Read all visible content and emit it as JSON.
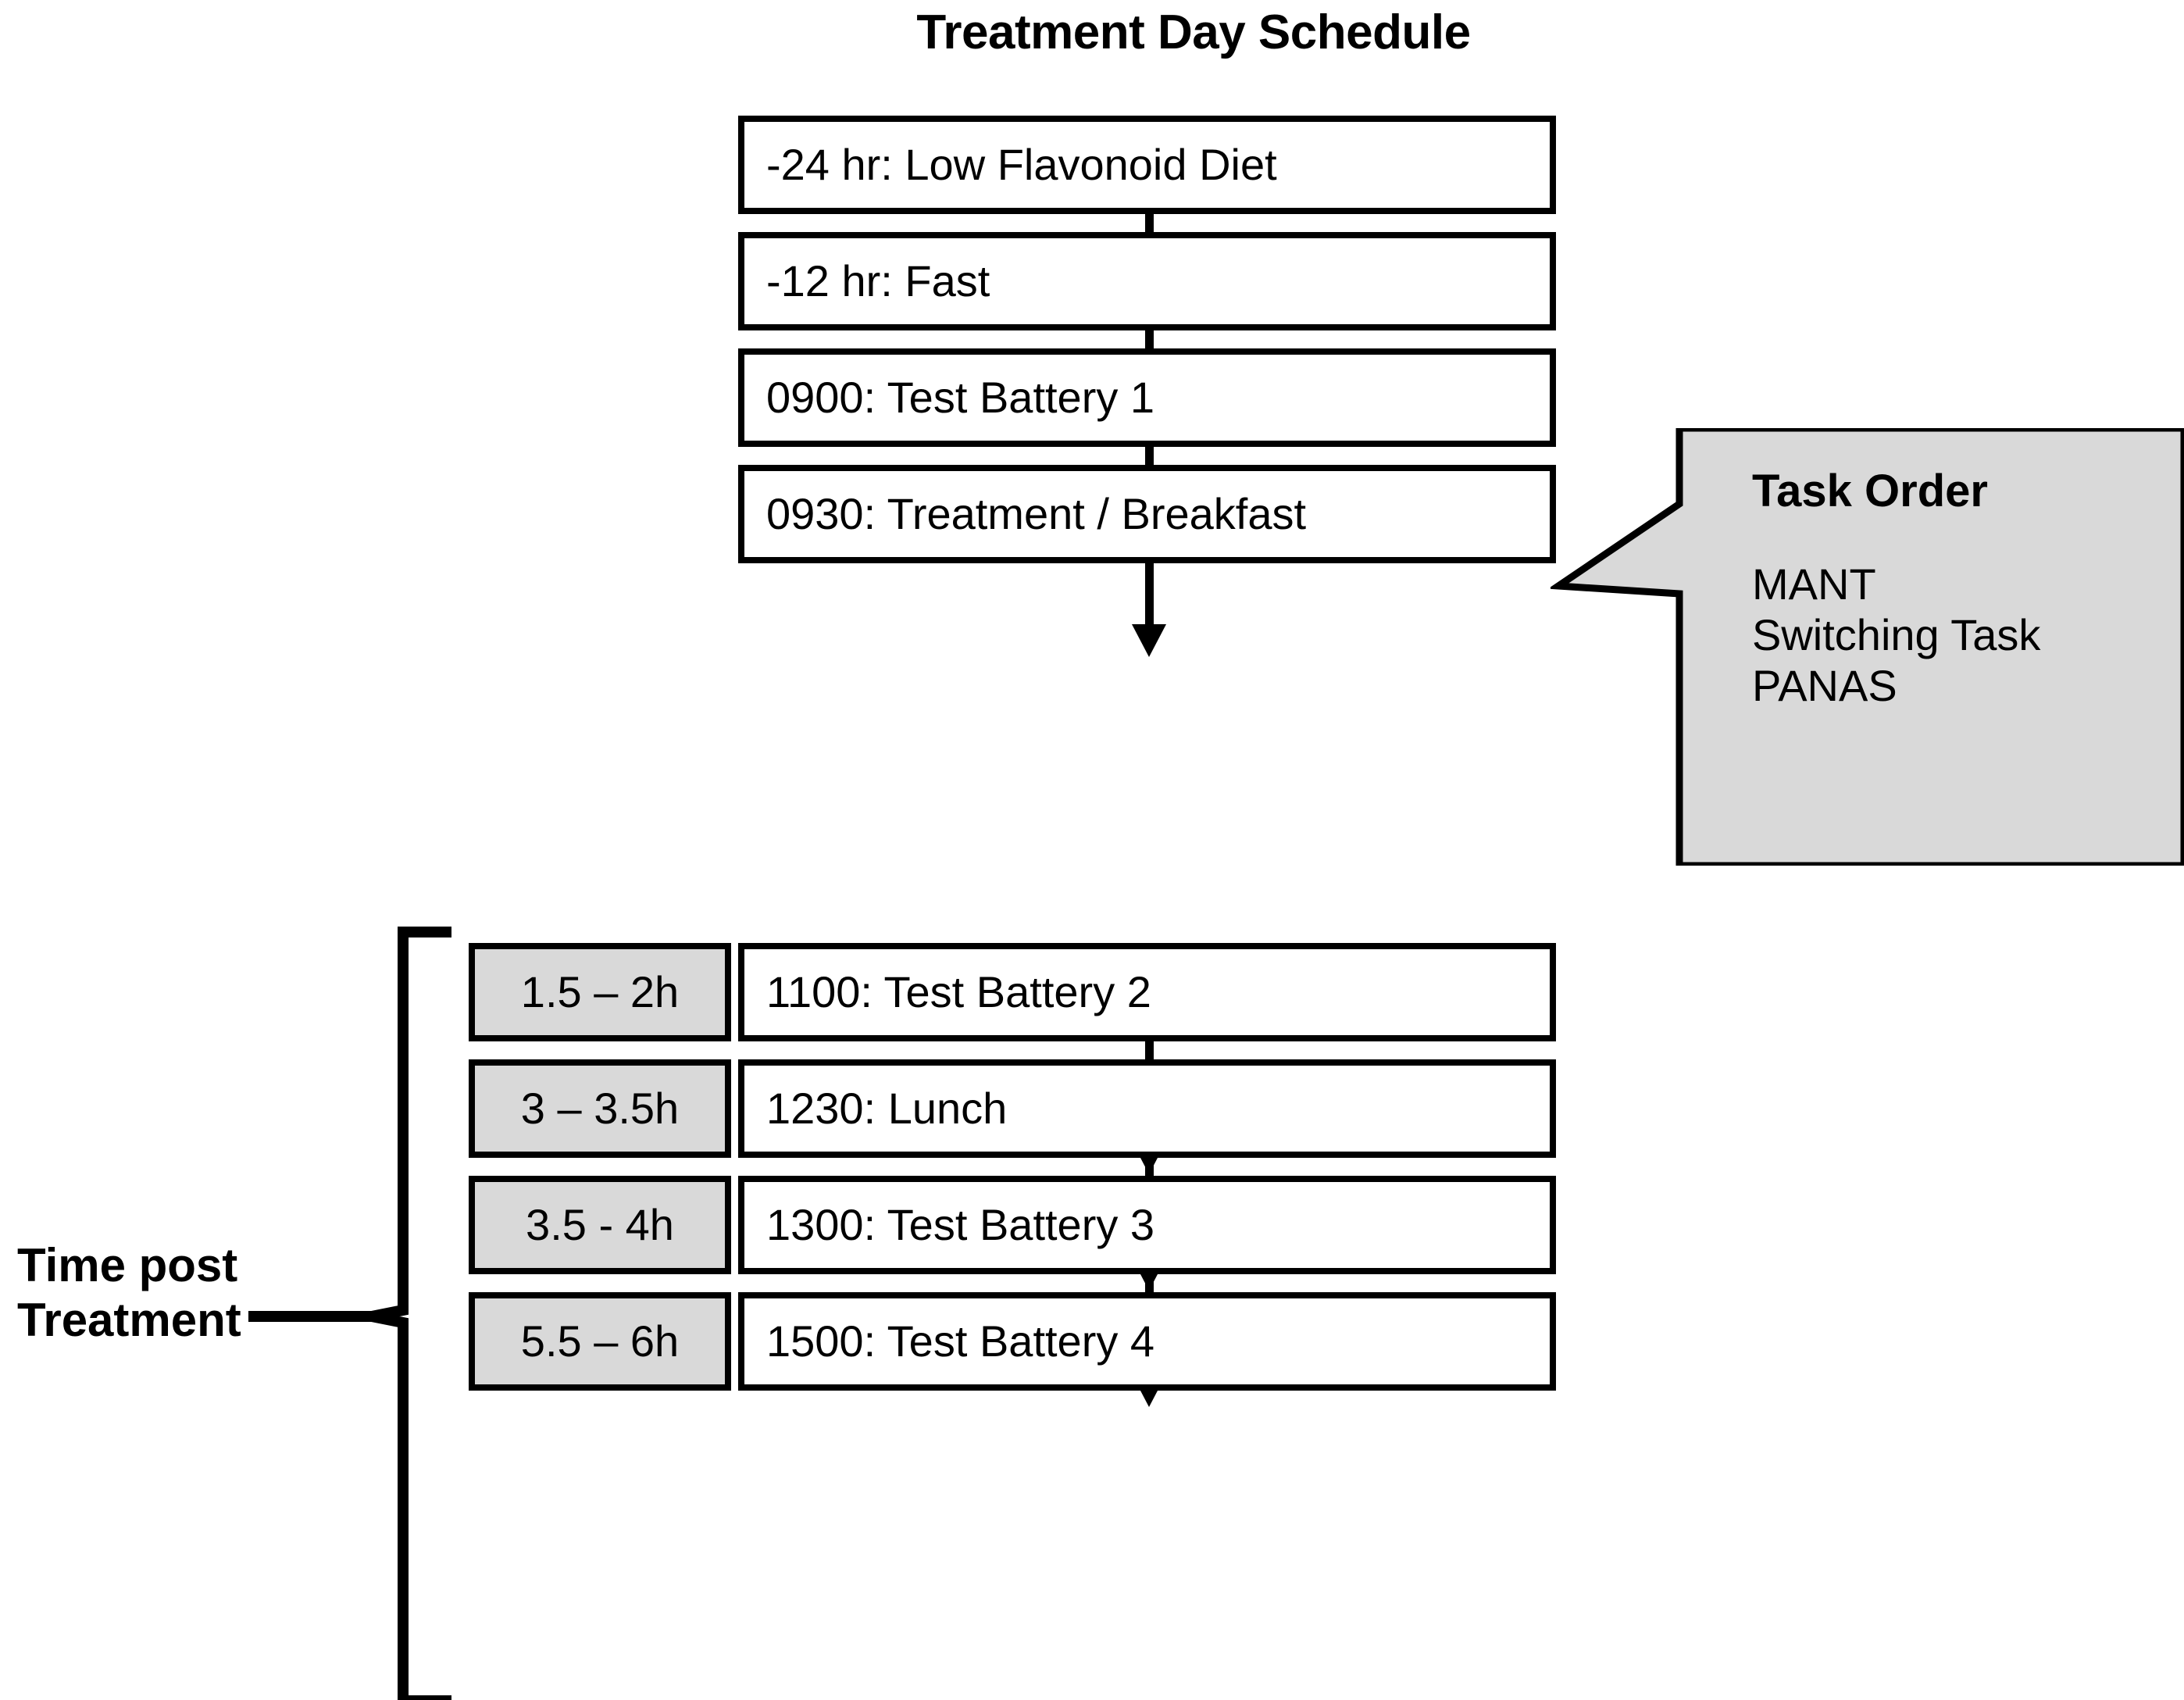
{
  "title": "Treatment Day Schedule",
  "colors": {
    "outline": "#000000",
    "box_fill": "#FFFFFF",
    "gray_fill": "#D9D9D9",
    "background": "#FFFFFF"
  },
  "flow": {
    "steps": [
      {
        "label": "-24 hr: Low Flavonoid Diet",
        "time_post": ""
      },
      {
        "label": "-12 hr: Fast",
        "time_post": ""
      },
      {
        "label": "0900: Test Battery 1",
        "time_post": ""
      },
      {
        "label": "0930: Treatment / Breakfast",
        "time_post": ""
      },
      {
        "label": "1100: Test Battery 2",
        "time_post": "1.5 – 2h"
      },
      {
        "label": "1230: Lunch",
        "time_post": "3 – 3.5h"
      },
      {
        "label": "1300: Test Battery 3",
        "time_post": "3.5 - 4h"
      },
      {
        "label": "1500: Test Battery 4",
        "time_post": "5.5 – 6h"
      }
    ]
  },
  "brace": {
    "label_line1": "Time post",
    "label_line2": "Treatment"
  },
  "callout": {
    "title": "Task Order",
    "items": [
      "MANT",
      "Switching Task",
      "PANAS"
    ],
    "attached_to": "0900: Test Battery 1"
  }
}
